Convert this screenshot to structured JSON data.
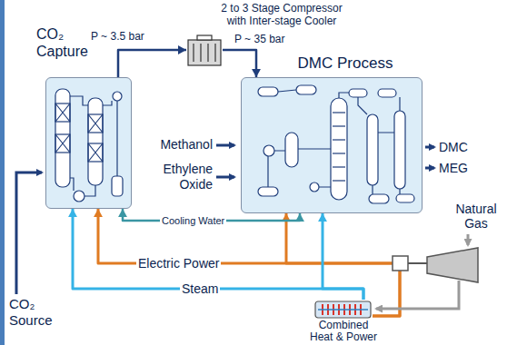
{
  "diagram": {
    "nodes": [
      {
        "text": [
          "CO₂ Capture"
        ]
      },
      {
        "text": [
          "2 to 3 Stage Compressor with Inter-stage Cooler"
        ]
      },
      {
        "text": [
          "DMC Process"
        ]
      },
      {
        "text": [
          "Combined Heat & Power"
        ]
      }
    ],
    "edges": [
      {
        "from": 0,
        "to": 1,
        "arrow": "to",
        "label": "P ~ 3.5 bar"
      },
      {
        "from": 1,
        "to": 2,
        "arrow": "to",
        "label": "P ~ 35 bar"
      },
      {
        "from": 3,
        "to": 0,
        "arrow": "to",
        "label": "Electric Power"
      },
      {
        "from": 3,
        "to": 2,
        "arrow": "to"
      },
      {
        "from": 3,
        "to": 0,
        "arrow": "to",
        "label": "Steam"
      },
      {
        "from": 3,
        "to": 2,
        "arrow": "to"
      },
      {
        "from": 0,
        "to": 2,
        "arrow": "both",
        "label": "Cooling Water"
      }
    ],
    "labels": [
      "Methanol",
      "Ethylene Oxide",
      "DMC",
      "MEG",
      "Natural Gas",
      "CO₂ Source"
    ]
  }
}
